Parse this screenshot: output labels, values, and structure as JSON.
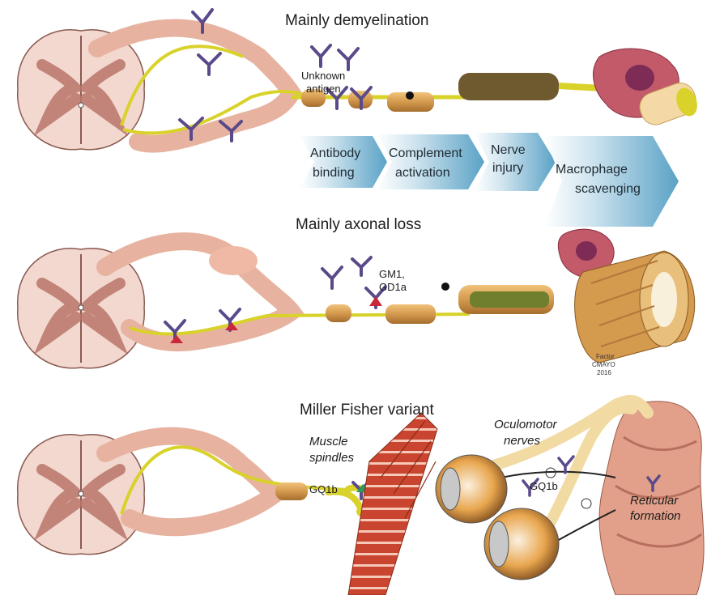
{
  "panels": {
    "demyelination": {
      "title": "Mainly demyelination",
      "antigen_label": [
        "Unknown",
        "antigen"
      ]
    },
    "axonal": {
      "title": "Mainly axonal loss",
      "antigen_label": [
        "GM1,",
        "GD1a"
      ],
      "credit": [
        "Factor",
        "CMAYO",
        "2016"
      ]
    },
    "miller_fisher": {
      "title": "Miller Fisher variant",
      "muscle_label": [
        "Muscle",
        "spindles"
      ],
      "gq1b_label": "GQ1b",
      "oculomotor_label": [
        "Oculomotor",
        "nerves"
      ],
      "gq1b_label_2": "GQ1b",
      "reticular_label": [
        "Reticular",
        "formation"
      ]
    }
  },
  "steps": [
    {
      "lines": [
        "Antibody",
        "binding"
      ]
    },
    {
      "lines": [
        "Complement",
        "activation"
      ]
    },
    {
      "lines": [
        "Nerve",
        "injury"
      ]
    },
    {
      "lines": [
        "Macrophage",
        "scavenging"
      ]
    }
  ],
  "colors": {
    "cord": "#f3d8cf",
    "grey_matter": "#b9756a",
    "nerve": "#f0bfae",
    "myelin": "#d9a457",
    "axon": "#d8d22a",
    "antibody": "#5a4a8a",
    "arrow": "#6fb0cf",
    "muscle": "#c0442e",
    "macrophage": "#c25a6a"
  }
}
